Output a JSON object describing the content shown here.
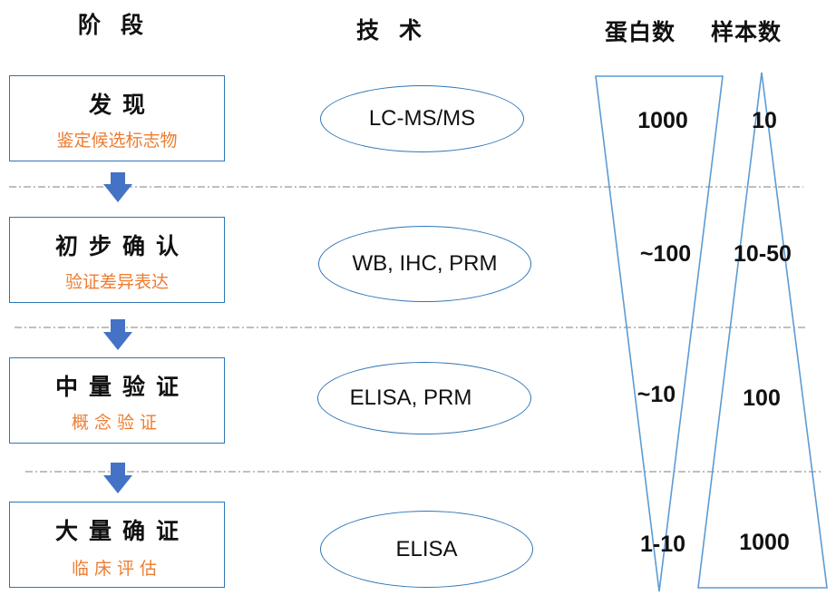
{
  "headers": {
    "stage": "阶段",
    "technology": "技术",
    "protein_count": "蛋白数",
    "sample_count": "样本数"
  },
  "stages": [
    {
      "title": "发现",
      "subtitle": "鉴定候选标志物",
      "technology": "LC-MS/MS",
      "protein_count": "1000",
      "sample_count": "10"
    },
    {
      "title": "初步确认",
      "subtitle": "验证差异表达",
      "technology": "WB, IHC, PRM",
      "protein_count": "~100",
      "sample_count": "10-50"
    },
    {
      "title": "中量验证",
      "subtitle": "概念验证",
      "technology": "ELISA, PRM",
      "protein_count": "~10",
      "sample_count": "100"
    },
    {
      "title": "大量确证",
      "subtitle": "临床评估",
      "technology": "ELISA",
      "protein_count": "1-10",
      "sample_count": "1000"
    }
  ],
  "colors": {
    "box_border": "#2e75b6",
    "subtitle": "#ed7d31",
    "arrow": "#4472c4",
    "triangle": "#5b9bd5",
    "divider": "#7f7f7f"
  }
}
